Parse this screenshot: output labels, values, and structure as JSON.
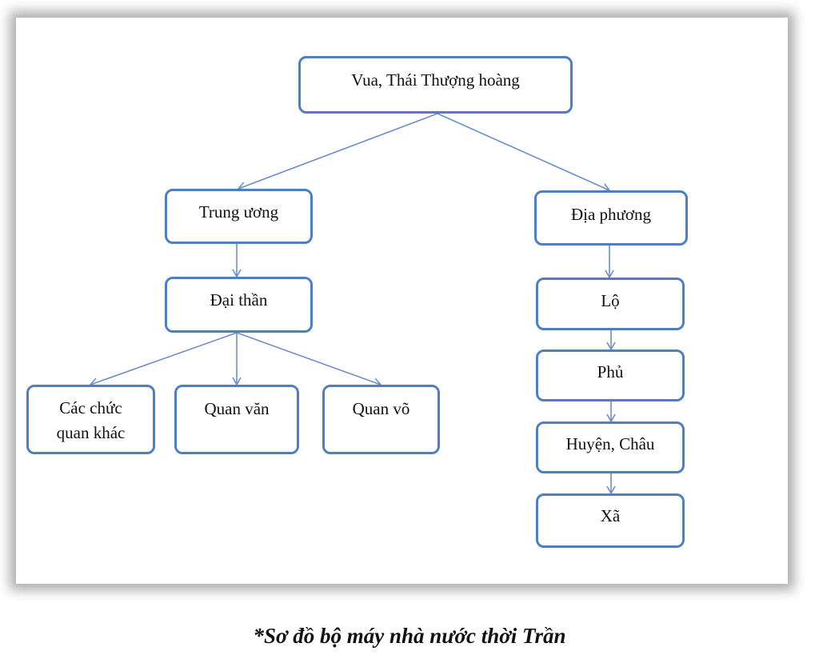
{
  "diagram": {
    "nodes": {
      "root": "Vua, Thái Thượng hoàng",
      "central": "Trung ương",
      "local": "Địa phương",
      "ministers": "Đại thần",
      "other_offices_line1": "Các chức",
      "other_offices_line2": "quan khác",
      "civil": "Quan văn",
      "military": "Quan võ",
      "lo": "Lộ",
      "phu": "Phủ",
      "huyen_chau": "Huyện, Châu",
      "xa": "Xã"
    },
    "edges": [
      [
        "root",
        "central"
      ],
      [
        "root",
        "local"
      ],
      [
        "central",
        "ministers"
      ],
      [
        "ministers",
        "other_offices"
      ],
      [
        "ministers",
        "civil"
      ],
      [
        "ministers",
        "military"
      ],
      [
        "local",
        "lo"
      ],
      [
        "lo",
        "phu"
      ],
      [
        "phu",
        "huyen_chau"
      ],
      [
        "huyen_chau",
        "xa"
      ]
    ],
    "colors": {
      "box_border": "#4f7fbf",
      "connector": "#6b8fc6"
    }
  },
  "caption": "*Sơ đồ bộ máy nhà nước thời Trần"
}
